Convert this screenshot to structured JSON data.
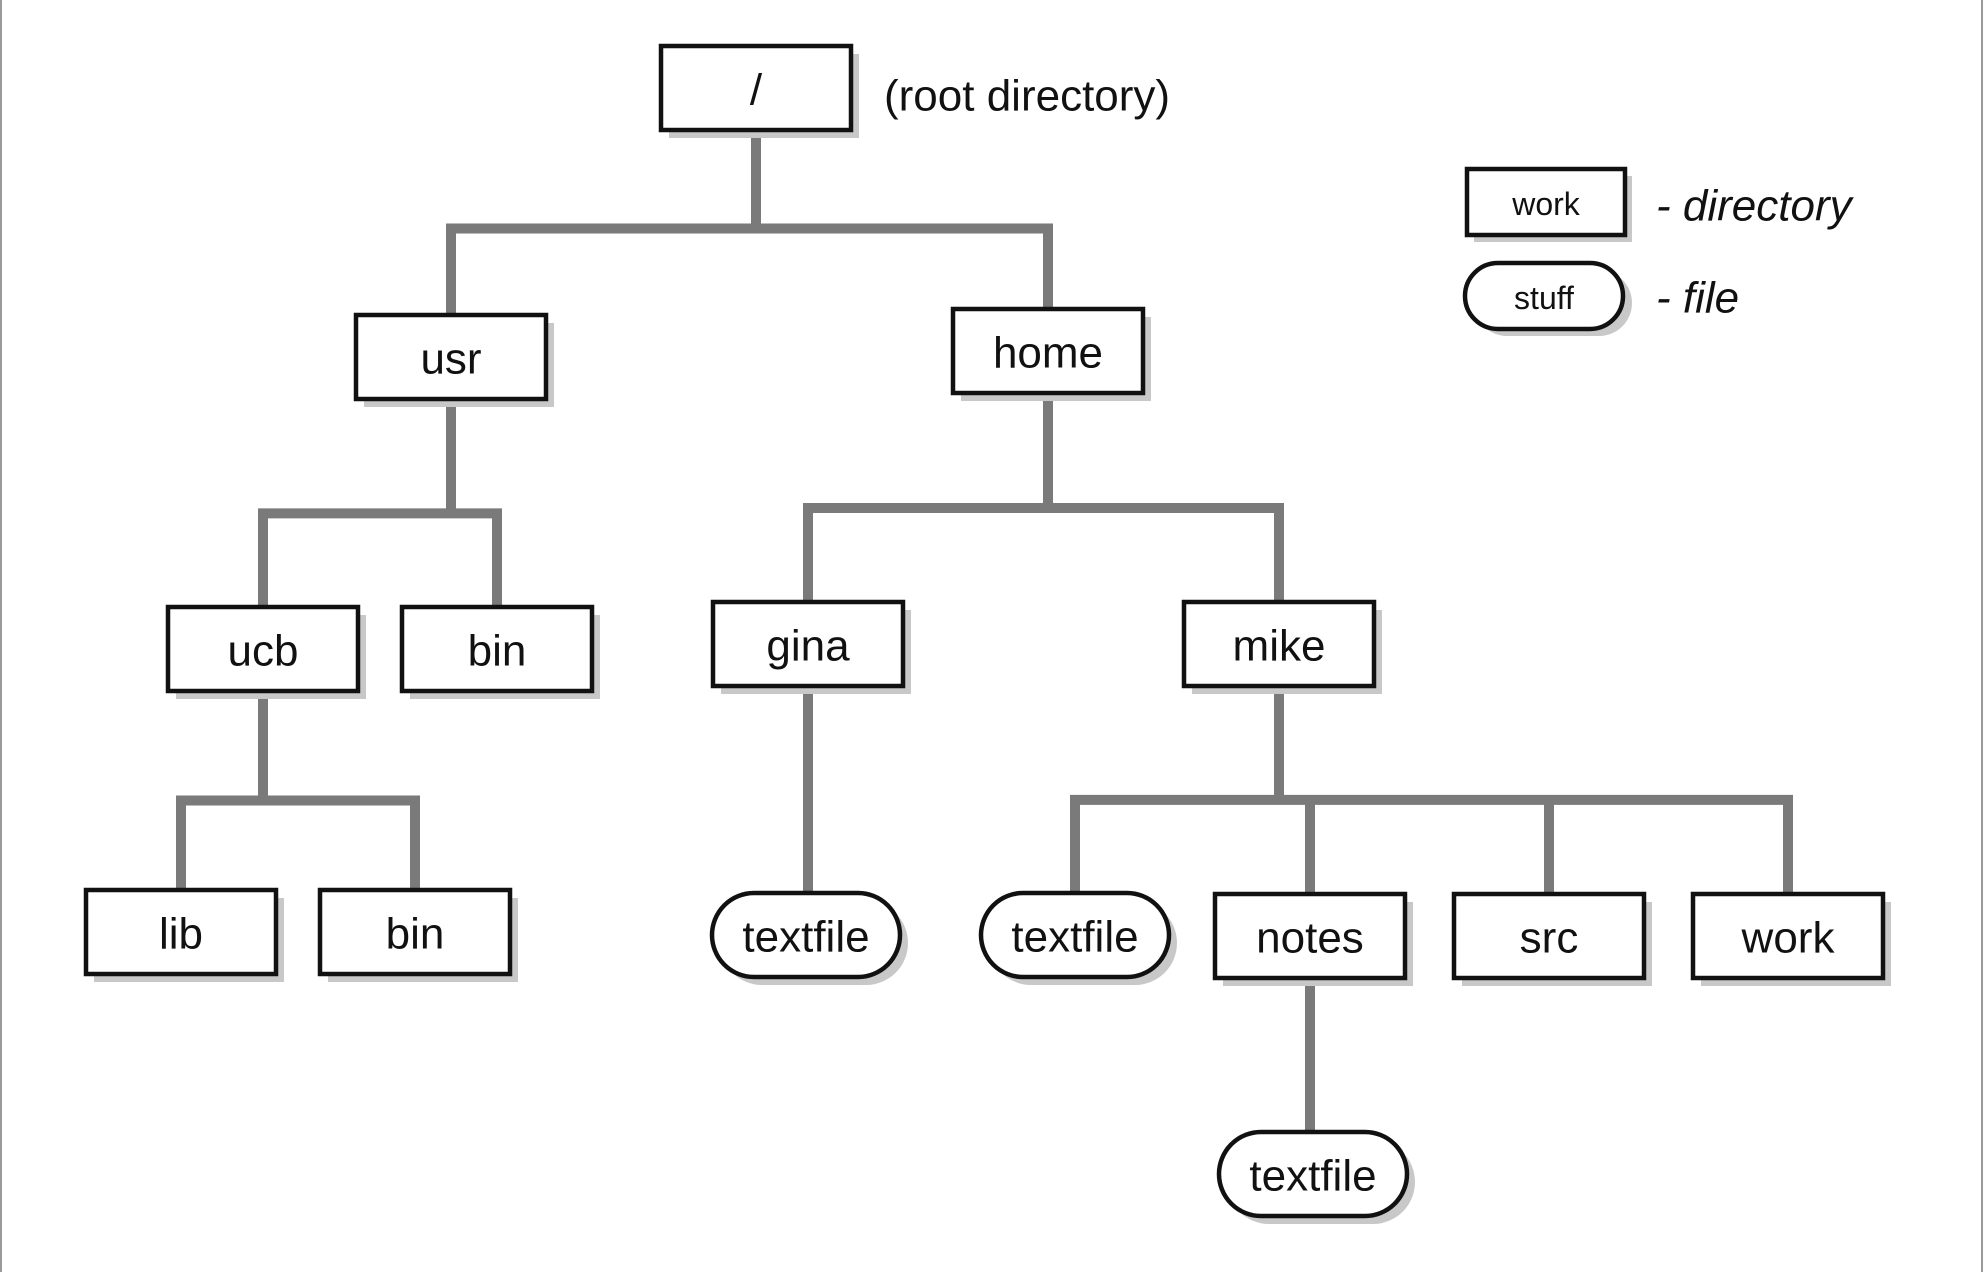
{
  "diagram": {
    "root_annotation": "(root directory)",
    "nodes": {
      "root": {
        "label": "/",
        "kind": "directory"
      },
      "usr": {
        "label": "usr",
        "kind": "directory"
      },
      "home": {
        "label": "home",
        "kind": "directory"
      },
      "ucb": {
        "label": "ucb",
        "kind": "directory"
      },
      "usr_bin": {
        "label": "bin",
        "kind": "directory"
      },
      "lib": {
        "label": "lib",
        "kind": "directory"
      },
      "ucb_bin": {
        "label": "bin",
        "kind": "directory"
      },
      "gina": {
        "label": "gina",
        "kind": "directory"
      },
      "mike": {
        "label": "mike",
        "kind": "directory"
      },
      "gina_textfile": {
        "label": "textfile",
        "kind": "file"
      },
      "mike_textfile": {
        "label": "textfile",
        "kind": "file"
      },
      "notes": {
        "label": "notes",
        "kind": "directory"
      },
      "src": {
        "label": "src",
        "kind": "directory"
      },
      "work": {
        "label": "work",
        "kind": "directory"
      },
      "notes_textfile": {
        "label": "textfile",
        "kind": "file"
      }
    },
    "edges": [
      [
        "root",
        "usr"
      ],
      [
        "root",
        "home"
      ],
      [
        "usr",
        "ucb"
      ],
      [
        "usr",
        "usr_bin"
      ],
      [
        "ucb",
        "lib"
      ],
      [
        "ucb",
        "ucb_bin"
      ],
      [
        "home",
        "gina"
      ],
      [
        "home",
        "mike"
      ],
      [
        "gina",
        "gina_textfile"
      ],
      [
        "mike",
        "mike_textfile"
      ],
      [
        "mike",
        "notes"
      ],
      [
        "mike",
        "src"
      ],
      [
        "mike",
        "work"
      ],
      [
        "notes",
        "notes_textfile"
      ]
    ]
  },
  "legend": {
    "directory": {
      "sample": "work",
      "description": "- directory"
    },
    "file": {
      "sample": "stuff",
      "description": "- file"
    }
  },
  "colors": {
    "connector": "#7a7a7a",
    "border": "#111111",
    "shadow": "#c8c8c8",
    "fill": "#ffffff"
  }
}
